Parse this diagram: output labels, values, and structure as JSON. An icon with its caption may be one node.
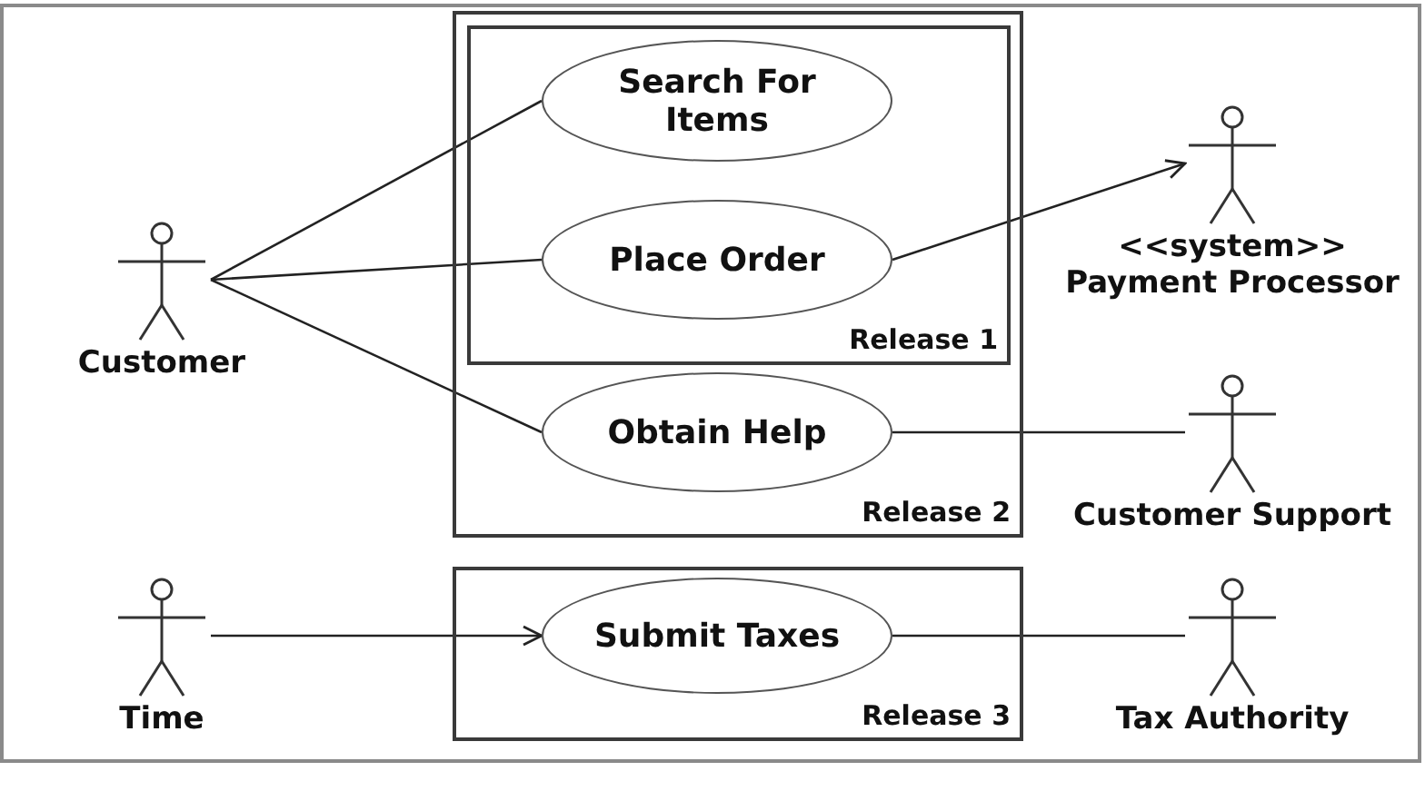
{
  "diagram": {
    "nodes": [
      {
        "text": [
          "Customer"
        ]
      },
      {
        "text": [
          "Release 2"
        ]
      },
      {
        "text": [
          "Release 1"
        ],
        "in": 1
      },
      {
        "text": [
          "Search For Items"
        ],
        "in": 2
      },
      {
        "text": [
          "Place Order"
        ],
        "in": 2
      },
      {
        "text": [
          "Obtain Help"
        ],
        "in": 1
      },
      {
        "text": [
          "<<system>>",
          "Payment Processor"
        ]
      },
      {
        "text": [
          "Customer Support"
        ]
      },
      {
        "text": [
          "Time"
        ]
      },
      {
        "text": [
          "Release 3"
        ]
      },
      {
        "text": [
          "Submit Taxes"
        ],
        "in": 9
      },
      {
        "text": [
          "Tax Authority"
        ]
      }
    ],
    "edges": [
      {
        "from": 0,
        "to": 3,
        "arrow": "none"
      },
      {
        "from": 0,
        "to": 4,
        "arrow": "none"
      },
      {
        "from": 0,
        "to": 5,
        "arrow": "none"
      },
      {
        "from": 4,
        "to": 6,
        "arrow": "to"
      },
      {
        "from": 5,
        "to": 7,
        "arrow": "none"
      },
      {
        "from": 8,
        "to": 10,
        "arrow": "to"
      },
      {
        "from": 10,
        "to": 11,
        "arrow": "none"
      }
    ]
  }
}
